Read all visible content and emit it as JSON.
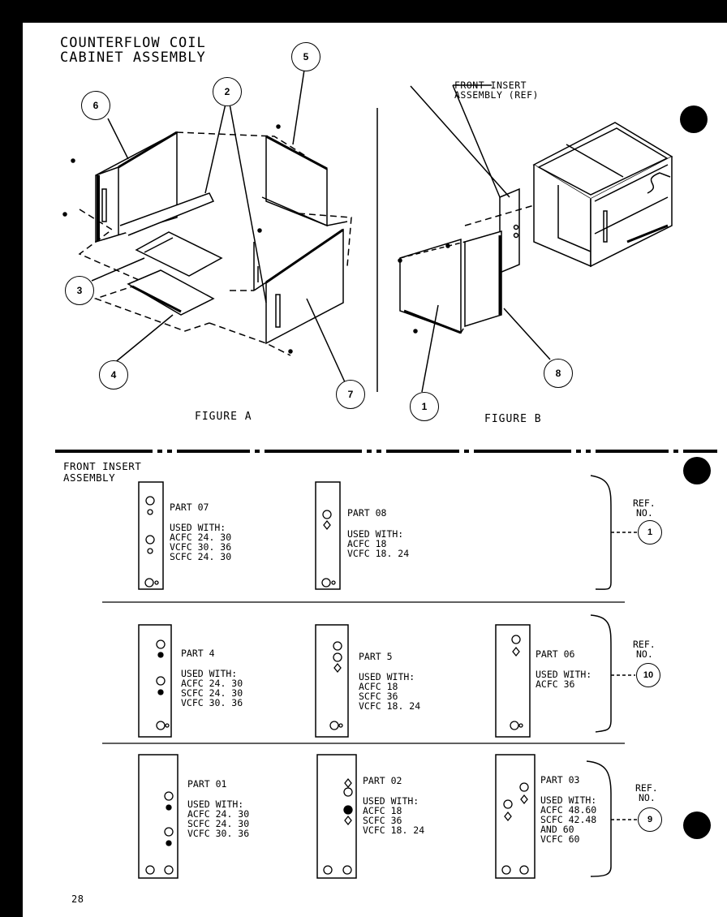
{
  "header": {
    "title_line1": "COUNTERFLOW COIL",
    "title_line2": "CABINET ASSEMBLY",
    "front_insert_ref_line1": "FRONT INSERT",
    "front_insert_ref_line2": "ASSEMBLY (REF)"
  },
  "figures": {
    "figure_a_label": "FIGURE A",
    "figure_b_label": "FIGURE B",
    "callouts_a": [
      "6",
      "2",
      "5",
      "3",
      "4",
      "7"
    ],
    "callouts_b": [
      "8",
      "1"
    ]
  },
  "insert_section": {
    "title_line1": "FRONT INSERT",
    "title_line2": "ASSEMBLY",
    "used_with_label": "USED WITH:",
    "rows": [
      {
        "ref_label": "REF.",
        "ref_no_label": "NO.",
        "ref_number": "1",
        "parts": [
          {
            "name": "PART 07",
            "uses": [
              "ACFC 24. 30",
              "VCFC 30. 36",
              "SCFC 24. 30"
            ]
          },
          {
            "name": "PART 08",
            "uses": [
              "ACFC 18",
              "VCFC 18. 24"
            ]
          }
        ]
      },
      {
        "ref_label": "REF.",
        "ref_no_label": "NO.",
        "ref_number": "10",
        "parts": [
          {
            "name": "PART 4",
            "uses": [
              "ACFC 24. 30",
              "SCFC 24. 30",
              "VCFC 30. 36"
            ]
          },
          {
            "name": "PART 5",
            "uses": [
              "ACFC 18",
              "SCFC 36",
              "VCFC 18. 24"
            ]
          },
          {
            "name": "PART 06",
            "uses": [
              "ACFC 36"
            ]
          }
        ]
      },
      {
        "ref_label": "REF.",
        "ref_no_label": "NO.",
        "ref_number": "9",
        "parts": [
          {
            "name": "PART 01",
            "uses": [
              "ACFC 24. 30",
              "SCFC 24. 30",
              "VCFC 30. 36"
            ]
          },
          {
            "name": "PART 02",
            "uses": [
              "ACFC 18",
              "SCFC 36",
              "VCFC 18. 24"
            ]
          },
          {
            "name": "PART 03",
            "uses": [
              "ACFC 48.60",
              "SCFC 42.48",
              "AND 60",
              "VCFC 60"
            ]
          }
        ]
      }
    ]
  },
  "footer": {
    "page_number": "28"
  }
}
